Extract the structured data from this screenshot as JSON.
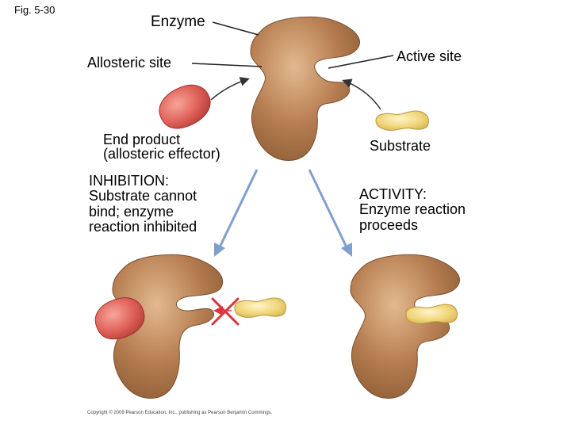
{
  "figure_label": "Fig. 5-30",
  "labels": {
    "enzyme": "Enzyme",
    "allosteric_site": "Allosteric site",
    "active_site": "Active site",
    "end_product": "End product\n(allosteric effector)",
    "substrate": "Substrate",
    "inhibition": "INHIBITION:\nSubstrate cannot\nbind; enzyme\nreaction inhibited",
    "activity": "ACTIVITY:\nEnzyme reaction\nproceeds"
  },
  "copyright": "Copyright © 2009 Pearson Education, Inc., publishing as Pearson Benjamin Cummings.",
  "colors": {
    "enzyme": "#b07a4e",
    "enzyme_highlight": "#d9aa80",
    "effector": "#e06a60",
    "substrate": "#f1d67c",
    "arrow_blue": "#7f9fcf",
    "inhibit_x": "#d9343f"
  }
}
